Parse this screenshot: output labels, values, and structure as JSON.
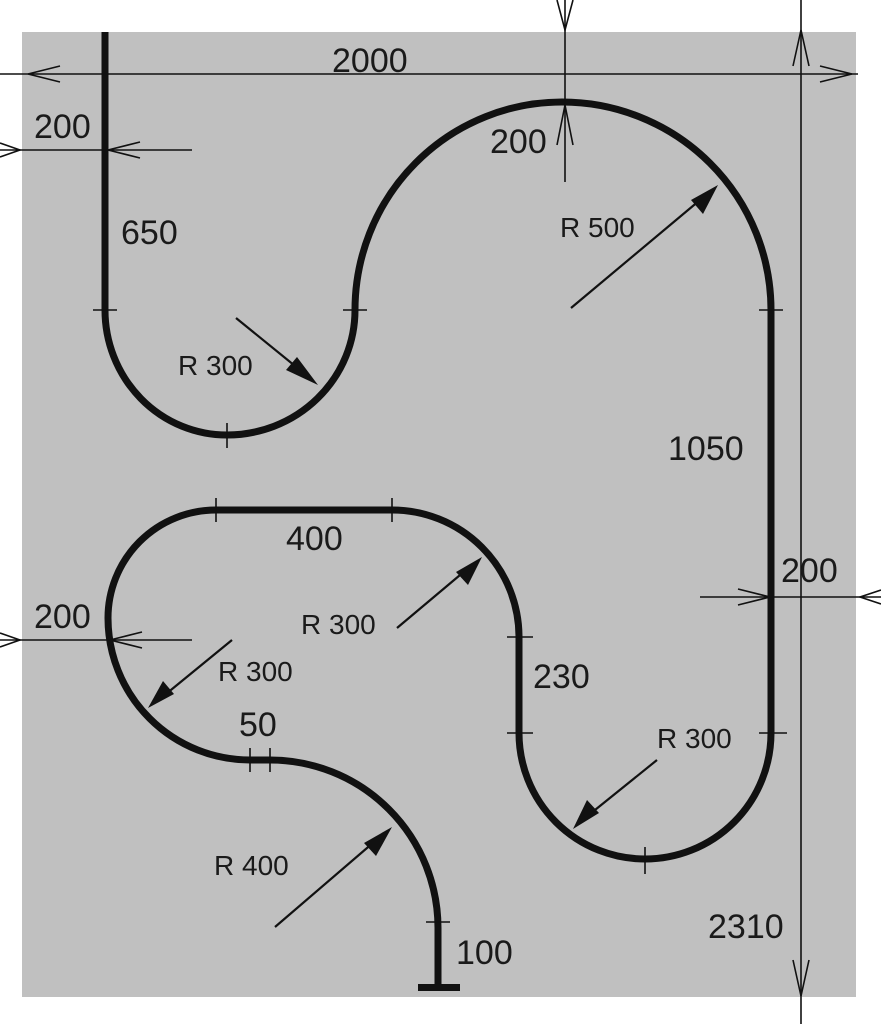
{
  "colors": {
    "panel": "#c0c0c0",
    "ink": "#111111"
  },
  "dimensions": {
    "overall_width": "2000",
    "overall_height": "2310",
    "left_offset_top": "200",
    "left_offset_bottom": "200",
    "top_offset": "200",
    "right_offset": "200",
    "first_straight": "650",
    "right_straight": "1050",
    "top_straight": "400",
    "middle_straight": "230",
    "small_straight": "50",
    "end_straight": "100"
  },
  "radii": {
    "first_bend": "R 300",
    "top_bend": "R 500",
    "lower_left_bend": "R 300",
    "upper_left_bend": "R 300",
    "bottom_right_bend": "R 300",
    "final_bend": "R 400"
  }
}
